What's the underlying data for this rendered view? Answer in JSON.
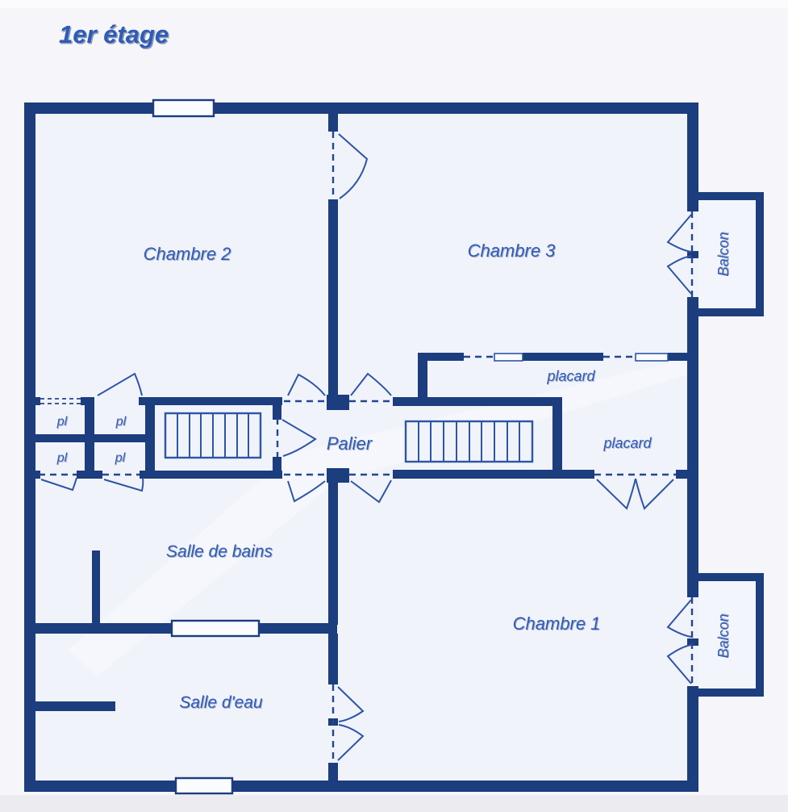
{
  "title": "1er étage",
  "colors": {
    "wall_navy": "#1c3d7e",
    "line_blue": "#2c55a6",
    "label_blue": "#2f5cb7",
    "room_fill": "#f1f3fb",
    "page_background": "#f5f5fa"
  },
  "rooms": {
    "chambre_2": "Chambre 2",
    "chambre_3": "Chambre 3",
    "chambre_1": "Chambre 1",
    "palier": "Palier",
    "salle_de_bains": "Salle de bains",
    "salle_d_eau": "Salle d'eau"
  },
  "closets": {
    "placard_chambre_3": "placard",
    "placard_chambre_1": "placard",
    "pl_top_left": "pl",
    "pl_top_right": "pl",
    "pl_bottom_left": "pl",
    "pl_bottom_right": "pl"
  },
  "balconies": {
    "balcon_chambre_3": "Balcon",
    "balcon_chambre_1": "Balcon"
  }
}
